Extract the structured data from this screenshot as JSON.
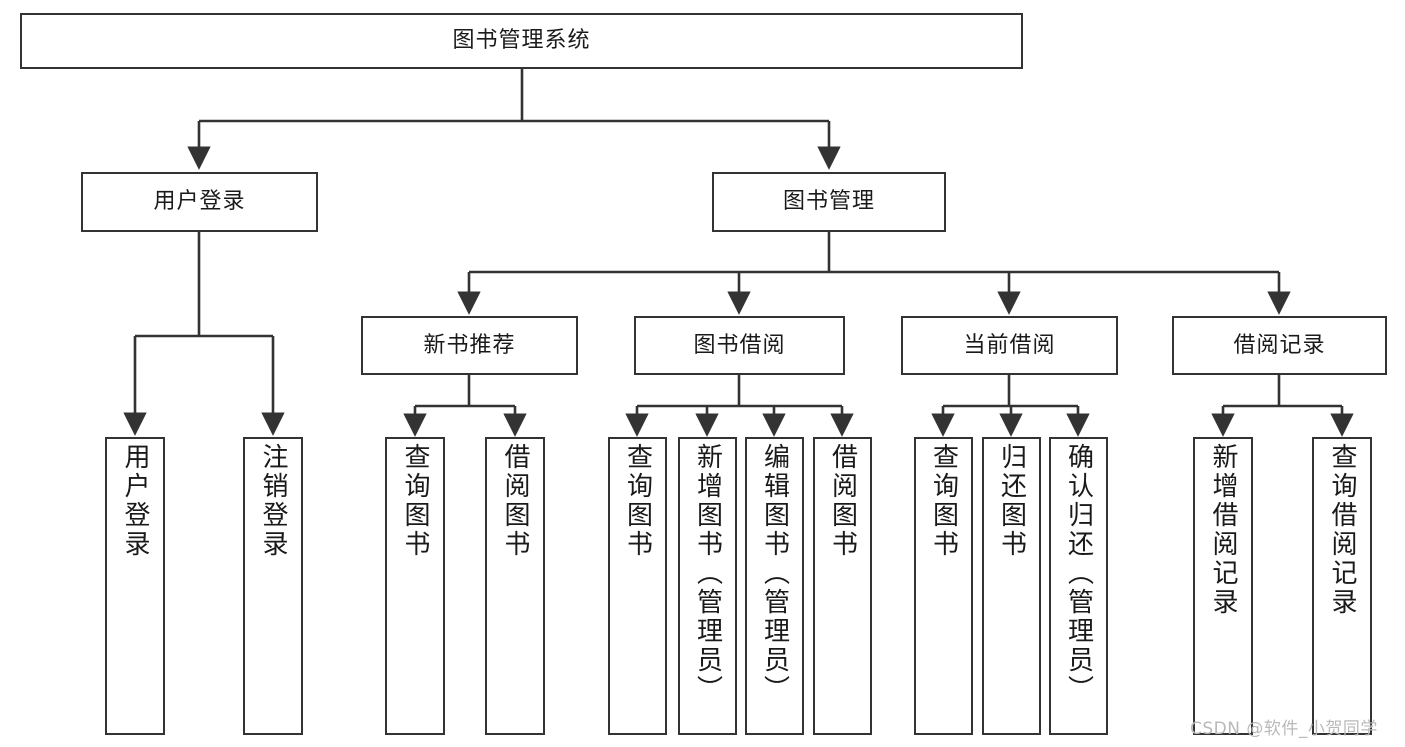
{
  "diagram": {
    "title": "图书管理系统",
    "type": "tree-hierarchy",
    "colors": {
      "box_border": "#333333",
      "box_fill": "#ffffff",
      "edge": "#333333",
      "text": "#1a1a1a",
      "watermark": "#b9b9b9",
      "background": "#ffffff"
    },
    "watermark": "CSDN @软件_小贺同学",
    "nodes": {
      "root": {
        "label": "图书管理系统"
      },
      "level2": [
        {
          "label": "用户登录"
        },
        {
          "label": "图书管理"
        }
      ],
      "level3": [
        {
          "label": "新书推荐"
        },
        {
          "label": "图书借阅"
        },
        {
          "label": "当前借阅"
        },
        {
          "label": "借阅记录"
        }
      ],
      "leaves_user_login": [
        {
          "label": "用户登录"
        },
        {
          "label": "注销登录"
        }
      ],
      "leaves_new_book": [
        {
          "label": "查询图书"
        },
        {
          "label": "借阅图书"
        }
      ],
      "leaves_borrow": [
        {
          "label": "查询图书"
        },
        {
          "label": "新增图书（管理员）"
        },
        {
          "label": "编辑图书（管理员）"
        },
        {
          "label": "借阅图书"
        }
      ],
      "leaves_current": [
        {
          "label": "查询图书"
        },
        {
          "label": "归还图书"
        },
        {
          "label": "确认归还（管理员）"
        }
      ],
      "leaves_records": [
        {
          "label": "新增借阅记录"
        },
        {
          "label": "查询借阅记录"
        }
      ]
    }
  }
}
